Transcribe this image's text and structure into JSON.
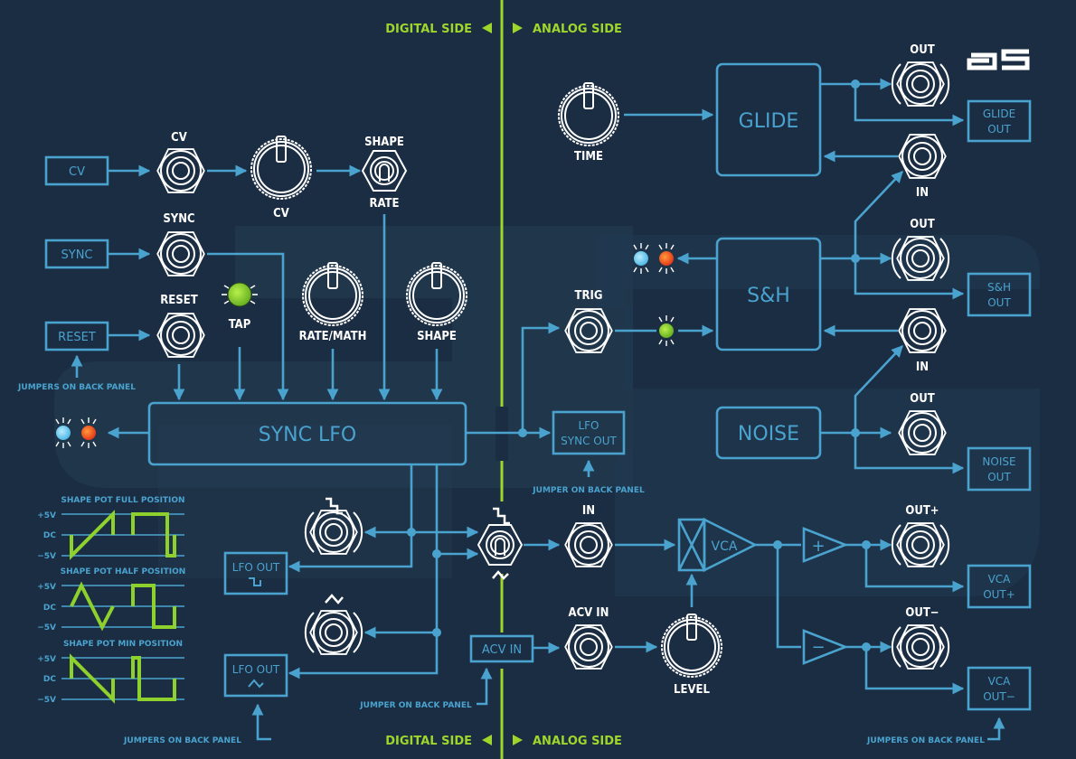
{
  "colors": {
    "background": "#1b2d42",
    "line": "#4aa3cf",
    "divider": "#9fd62c",
    "wave": "#8fd12c",
    "led_blue": "#5bc8ee",
    "led_red": "#f0401c",
    "led_green": "#7fcf2a",
    "jack": "#ffffff"
  },
  "logo": "a5",
  "divider": {
    "digital_label": "DIGITAL SIDE",
    "analog_label": "ANALOG SIDE"
  },
  "digital": {
    "inputs": {
      "cv_box": "CV",
      "sync_box": "SYNC",
      "reset_box": "RESET",
      "jumper_note": "JUMPERS ON BACK PANEL"
    },
    "jacks": {
      "cv": "CV",
      "sync": "SYNC",
      "reset": "RESET"
    },
    "knobs": {
      "cv": "CV",
      "rate_math": "RATE/MATH",
      "shape": "SHAPE"
    },
    "switch": {
      "top": "SHAPE",
      "bottom": "RATE"
    },
    "tap_label": "TAP",
    "sync_lfo": "SYNC LFO",
    "lfo_out_square": "LFO OUT",
    "lfo_out_triangle": "LFO OUT",
    "jumpers_note_bottom": "JUMPERS ON BACK PANEL",
    "jumper_acv_note": "JUMPER ON BACK PANEL",
    "acv_box": "ACV IN",
    "waveforms": [
      {
        "title": "SHAPE POT FULL POSITION",
        "levels": [
          "+5V",
          "DC",
          "−5V"
        ]
      },
      {
        "title": "SHAPE POT HALF POSITION",
        "levels": [
          "+5V",
          "DC",
          "−5V"
        ]
      },
      {
        "title": "SHAPE POT MIN POSITION",
        "levels": [
          "+5V",
          "DC",
          "−5V"
        ]
      }
    ]
  },
  "analog": {
    "time_knob": "TIME",
    "glide": "GLIDE",
    "glide_out_jack": "OUT",
    "glide_in_jack": "IN",
    "glide_out_box": [
      "GLIDE",
      "OUT"
    ],
    "sh": "S&H",
    "sh_out_jack": "OUT",
    "sh_in_jack": "IN",
    "sh_out_box": [
      "S&H",
      "OUT"
    ],
    "trig_jack": "TRIG",
    "noise": "NOISE",
    "noise_out_jack": "OUT",
    "noise_out_box": [
      "NOISE",
      "OUT"
    ],
    "lfo_sync_out_box": [
      "LFO",
      "SYNC OUT"
    ],
    "lfo_sync_jumper_note": "JUMPER ON BACK PANEL",
    "vca_in_jack": "IN",
    "acv_in_jack": "ACV IN",
    "level_knob": "LEVEL",
    "vca": "VCA",
    "plus": "+",
    "minus": "−",
    "out_plus_jack": "OUT+",
    "out_minus_jack": "OUT−",
    "vca_out_plus_box": [
      "VCA",
      "OUT+"
    ],
    "vca_out_minus_box": [
      "VCA",
      "OUT−"
    ],
    "jumpers_note": "JUMPERS ON BACK PANEL"
  }
}
